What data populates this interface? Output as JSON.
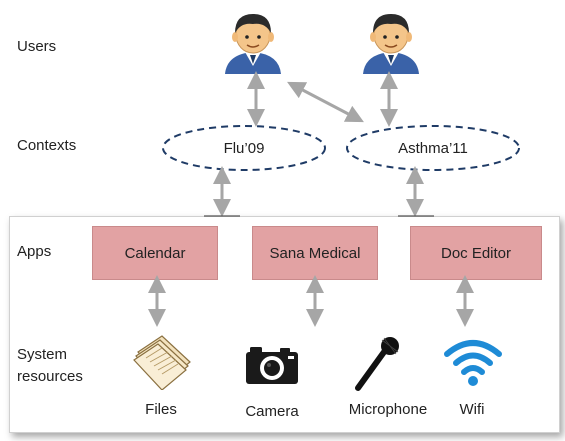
{
  "row_labels": {
    "users": "Users",
    "contexts": "Contexts",
    "apps": "Apps",
    "system_resources_line1": "System",
    "system_resources_line2": "resources"
  },
  "contexts": [
    {
      "label": "Flu’09"
    },
    {
      "label": "Asthma’11"
    }
  ],
  "apps": [
    {
      "label": "Calendar"
    },
    {
      "label": "Sana Medical"
    },
    {
      "label": "Doc Editor"
    }
  ],
  "resources": [
    {
      "label": "Files",
      "icon": "files-icon"
    },
    {
      "label": "Camera",
      "icon": "camera-icon"
    },
    {
      "label": "Microphone",
      "icon": "microphone-icon"
    },
    {
      "label": "Wifi",
      "icon": "wifi-icon"
    }
  ],
  "colors": {
    "app_fill": "#e2a2a3",
    "arrow": "#a6a6a6",
    "ellipse_stroke": "#1f3b66",
    "user_shirt": "#3a62a8",
    "user_hair": "#2b2b2b"
  }
}
